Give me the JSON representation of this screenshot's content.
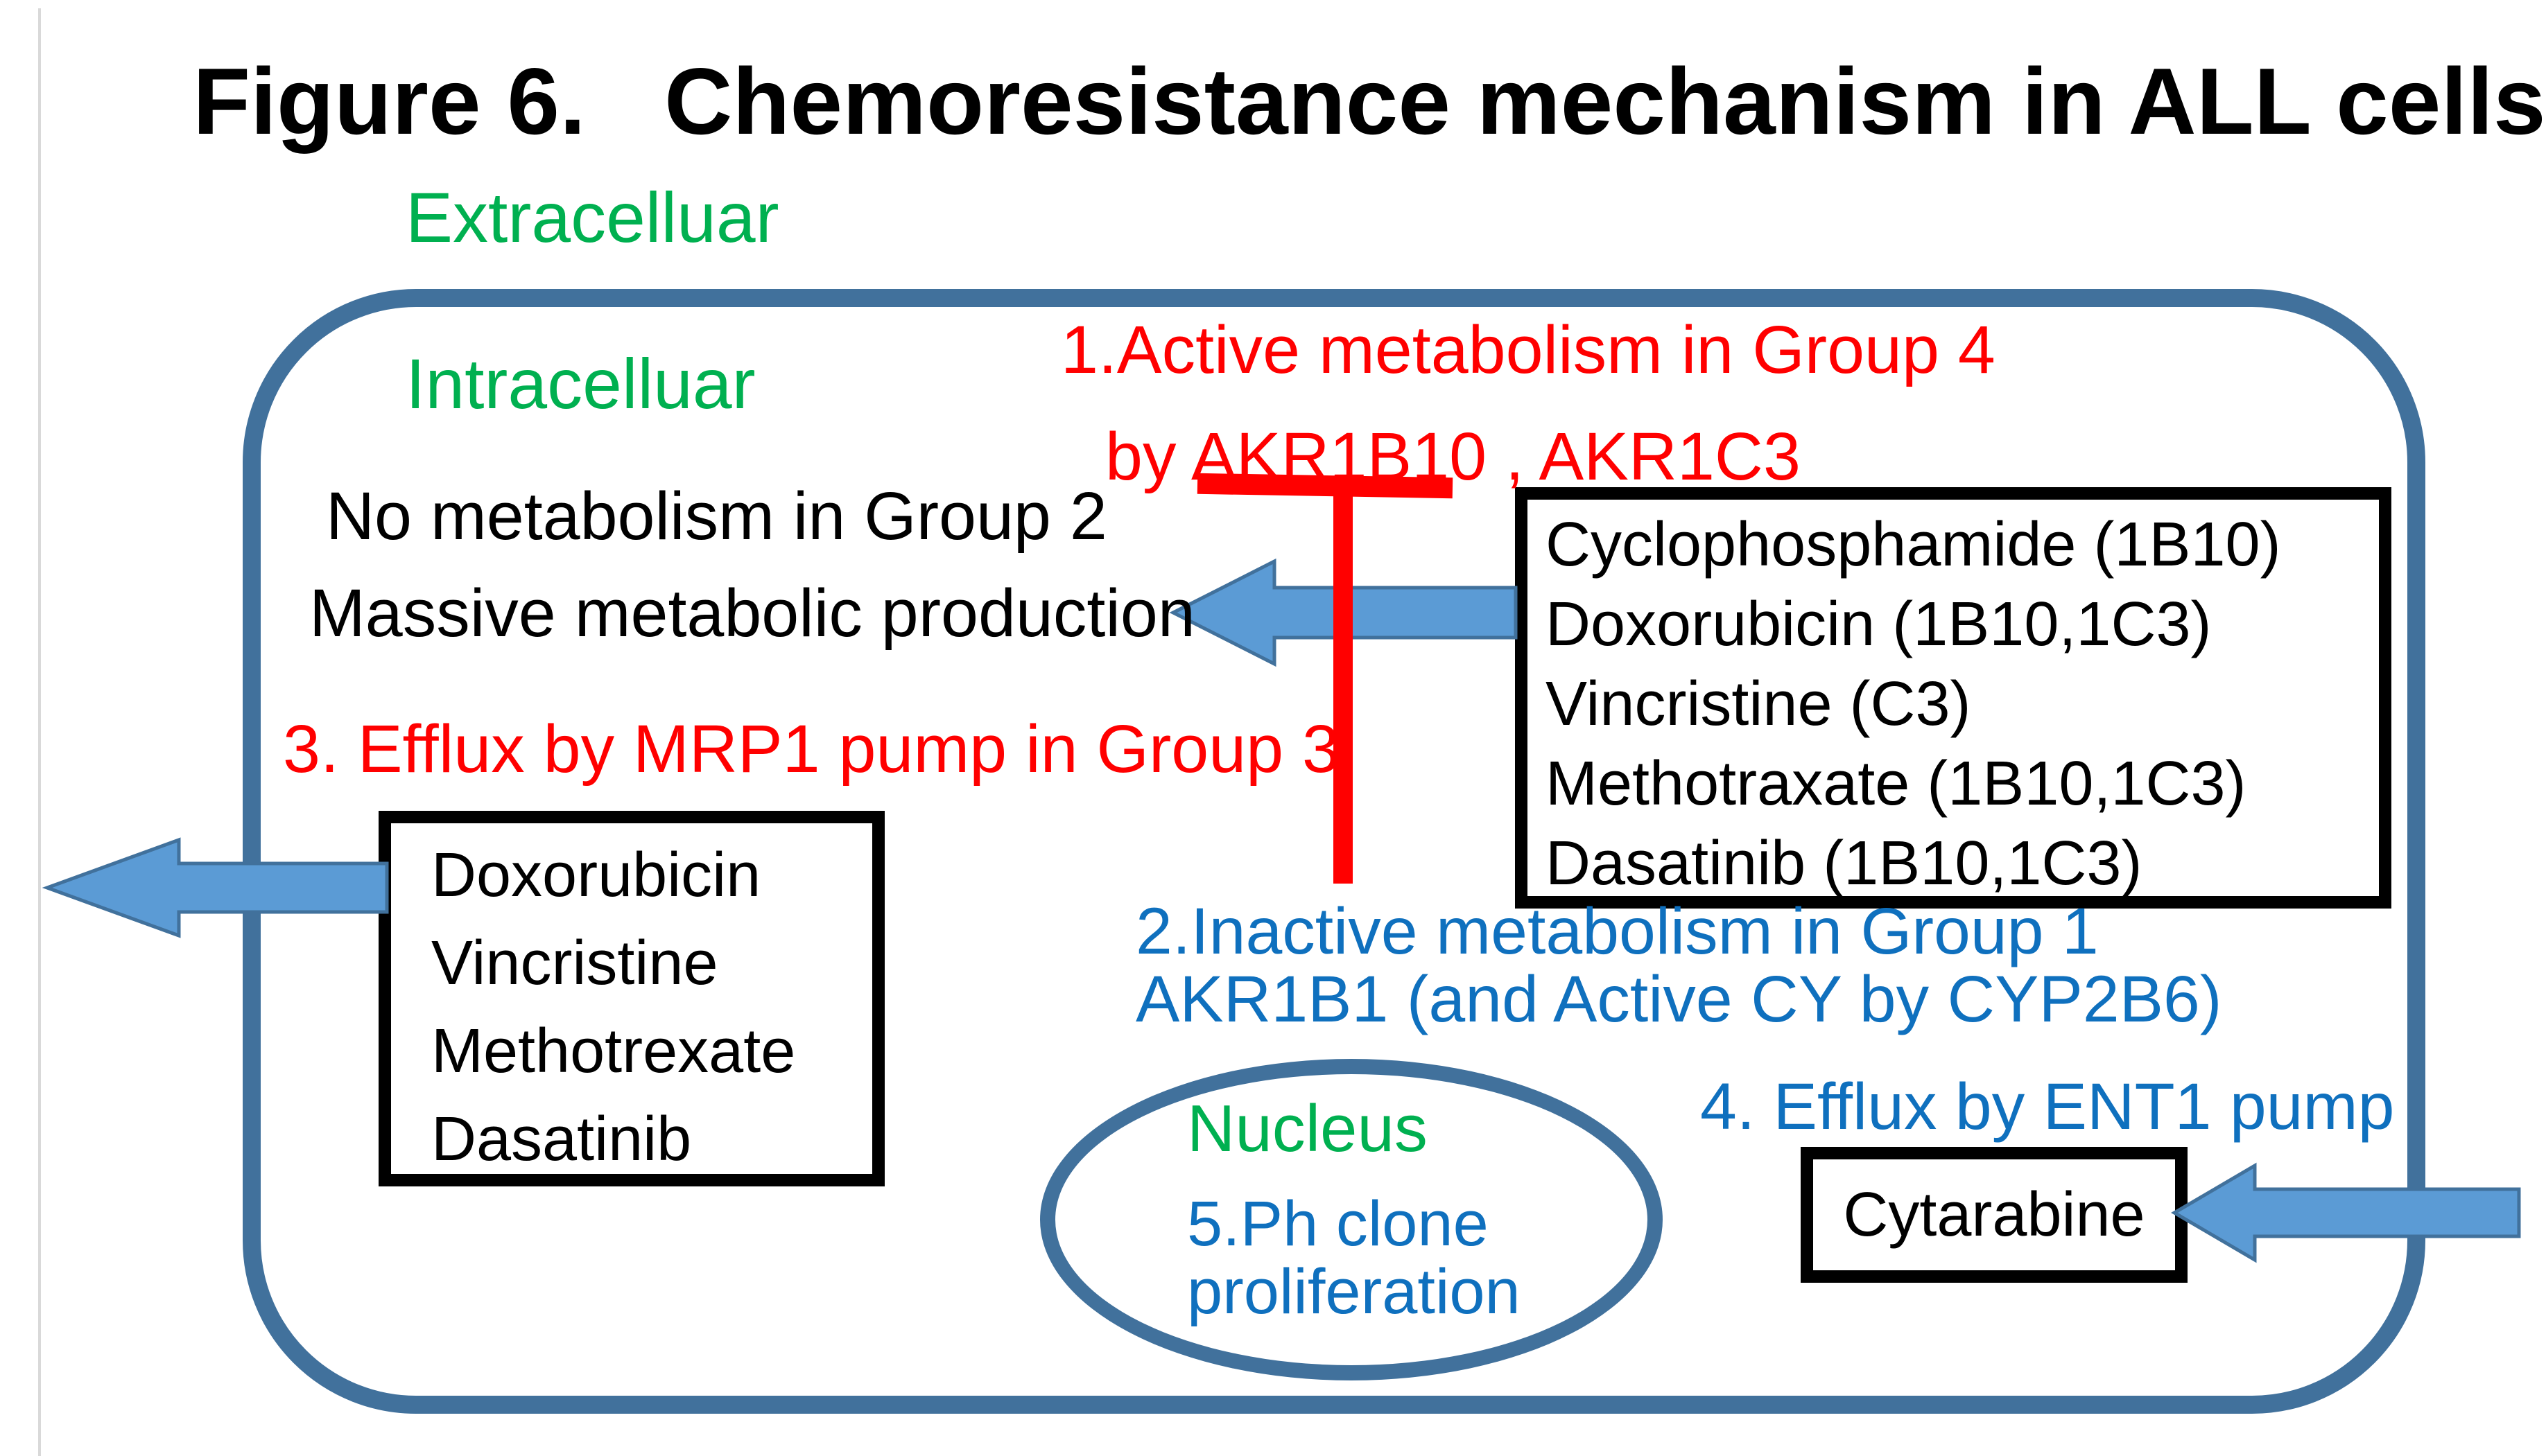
{
  "title": "Figure 6.   Chemoresistance mechanism in ALL cells",
  "regions": {
    "extracellular": "Extracelluar",
    "intracellular": "Intracelluar",
    "nucleus": "Nucleus"
  },
  "annotations": {
    "active_metabolism": {
      "line1": "1.Active metabolism in Group 4",
      "line2": "by AKR1B10 , AKR1C3",
      "color": "#FF0000"
    },
    "group2": {
      "line1": "No metabolism in Group 2",
      "line2": "Massive metabolic production",
      "color": "#000000"
    },
    "efflux_mrp1": {
      "text": "3. Efflux by MRP1 pump in Group 3",
      "color": "#FF0000"
    },
    "inactive_metabolism": {
      "line1": "2.Inactive metabolism in Group 1",
      "line2": "AKR1B1 (and Active CY by CYP2B6)",
      "color": "#0F70BE"
    },
    "efflux_ent1": {
      "text": "4. Efflux by ENT1 pump",
      "color": "#0F70BE"
    },
    "ph_clone": {
      "line1": "5.Ph clone",
      "line2": "proliferation",
      "color": "#0F70BE"
    }
  },
  "boxes": {
    "group4_drugs": {
      "items": [
        "Cyclophosphamide (1B10)",
        "Doxorubicin (1B10,1C3)",
        "Vincristine (C3)",
        "Methotraxate (1B10,1C3)",
        "Dasatinib (1B10,1C3)"
      ]
    },
    "group3_drugs": {
      "items": [
        "Doxorubicin",
        "Vincristine",
        "Methotrexate",
        "Dasatinib"
      ]
    },
    "ent1_drug": {
      "label": "Cytarabine"
    }
  },
  "colors": {
    "membrane_stroke": "#41719C",
    "arrow_fill": "#5B9BD5",
    "arrow_stroke": "#41719C",
    "green_label": "#00B050",
    "red_annotation": "#FF0000",
    "blue_annotation": "#0F70BE",
    "inhibitor": "#FF0000"
  }
}
